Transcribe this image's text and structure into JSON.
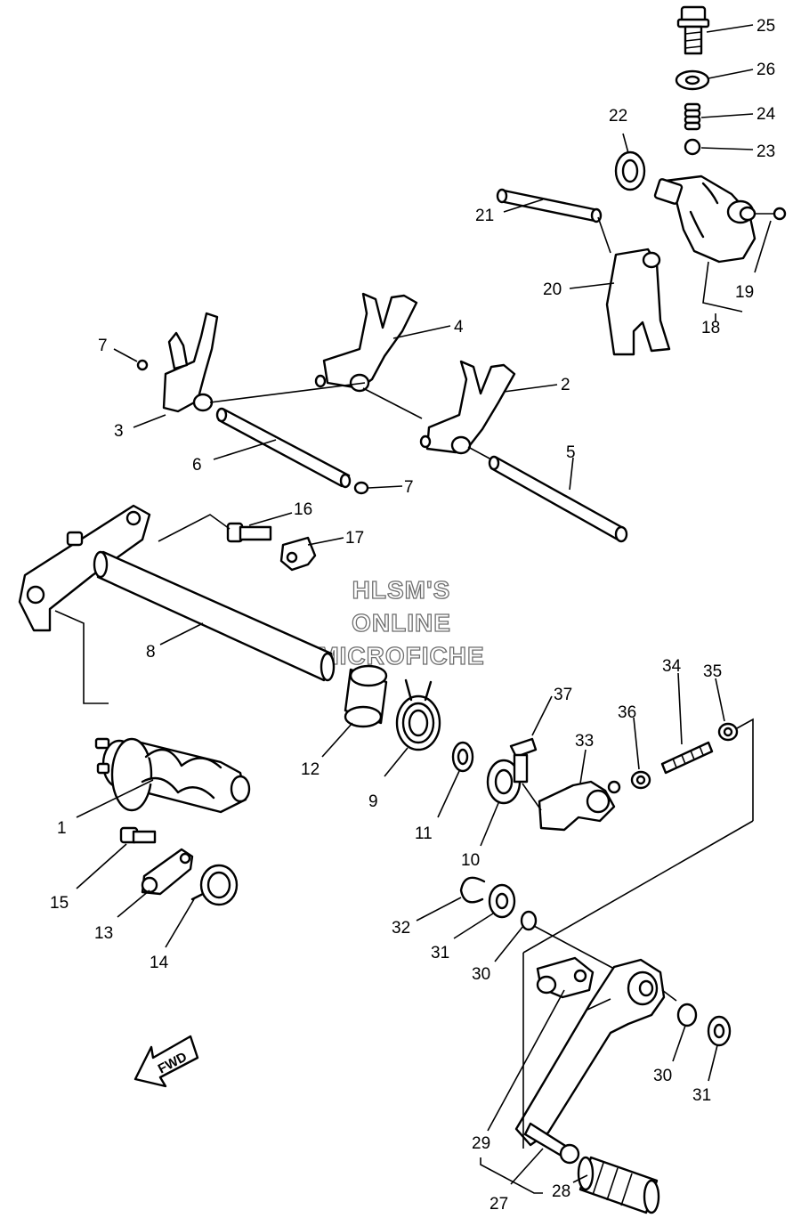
{
  "watermark": {
    "line1": "HLSM'S",
    "line2": "ONLINE",
    "line3": "MICROFICHE"
  },
  "direction_label": "FWD",
  "callouts": [
    {
      "id": "c25",
      "label": "25"
    },
    {
      "id": "c26",
      "label": "26"
    },
    {
      "id": "c24",
      "label": "24"
    },
    {
      "id": "c22",
      "label": "22"
    },
    {
      "id": "c23",
      "label": "23"
    },
    {
      "id": "c21",
      "label": "21"
    },
    {
      "id": "c20",
      "label": "20"
    },
    {
      "id": "c19",
      "label": "19"
    },
    {
      "id": "c18",
      "label": "18"
    },
    {
      "id": "c4",
      "label": "4"
    },
    {
      "id": "c2",
      "label": "2"
    },
    {
      "id": "c7a",
      "label": "7"
    },
    {
      "id": "c3",
      "label": "3"
    },
    {
      "id": "c6",
      "label": "6"
    },
    {
      "id": "c5",
      "label": "5"
    },
    {
      "id": "c7b",
      "label": "7"
    },
    {
      "id": "c16",
      "label": "16"
    },
    {
      "id": "c17",
      "label": "17"
    },
    {
      "id": "c8",
      "label": "8"
    },
    {
      "id": "c37",
      "label": "37"
    },
    {
      "id": "c34",
      "label": "34"
    },
    {
      "id": "c35",
      "label": "35"
    },
    {
      "id": "c36",
      "label": "36"
    },
    {
      "id": "c33",
      "label": "33"
    },
    {
      "id": "c12",
      "label": "12"
    },
    {
      "id": "c9",
      "label": "9"
    },
    {
      "id": "c11",
      "label": "11"
    },
    {
      "id": "c10",
      "label": "10"
    },
    {
      "id": "c1",
      "label": "1"
    },
    {
      "id": "c15",
      "label": "15"
    },
    {
      "id": "c13",
      "label": "13"
    },
    {
      "id": "c14",
      "label": "14"
    },
    {
      "id": "c32",
      "label": "32"
    },
    {
      "id": "c31a",
      "label": "31"
    },
    {
      "id": "c30a",
      "label": "30"
    },
    {
      "id": "c30b",
      "label": "30"
    },
    {
      "id": "c31b",
      "label": "31"
    },
    {
      "id": "c29",
      "label": "29"
    },
    {
      "id": "c28",
      "label": "28"
    },
    {
      "id": "c27",
      "label": "27"
    }
  ]
}
